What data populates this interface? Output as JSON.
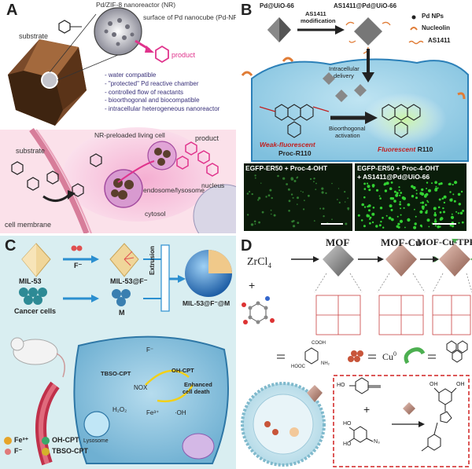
{
  "panelA": {
    "label": "A",
    "nr_title": "Pd/ZIF-8 nanoreactor (NR)",
    "np_title": "surface of Pd nanocube (Pd-NP)",
    "substrate": "substrate",
    "product": "product",
    "features": [
      "- water compatible",
      "- \"protected\" Pd reactive chamber",
      "- controlled flow of reactants",
      "- bioorthogonal and biocompatible",
      "- intracellular heterogeneous nanoreactor"
    ],
    "cell_label": "NR-preloaded living cell",
    "substrate2": "substrate",
    "product2": "product",
    "endosome": "endosome/lysosome",
    "nucleus": "nucleus",
    "cytosol": "cytosol",
    "membrane": "cell membrane"
  },
  "panelB": {
    "label": "B",
    "pd_uio": "Pd@UiO-66",
    "as_pd_uio": "AS1411@Pd@UiO-66",
    "modification_1": "AS1411",
    "modification_2": "modification",
    "legend": [
      "Pd NPs",
      "Nucleolin",
      "AS1411"
    ],
    "delivery_1": "Intracellular",
    "delivery_2": "delivery",
    "weak": "Weak-fluorescent",
    "proc": "Proc-R110",
    "activation_1": "Bioorthogonal",
    "activation_2": "activation",
    "fluor": "Fluorescent",
    "r110": "R110",
    "img1": "EGFP-ER50 + Proc-4-OHT",
    "img2_l1": "EGFP-ER50 + Proc-4-OHT",
    "img2_l2": "+ AS1411@Pd@UiO-66"
  },
  "panelC": {
    "label": "C",
    "mil53": "MIL-53",
    "f_ion": "F⁻",
    "mil53f": "MIL-53@F⁻",
    "extrusion": "Extrusion",
    "cancer": "Cancer cells",
    "m": "M",
    "product": "MIL-53@F⁻@M",
    "tbso": "TBSO-CPT",
    "f_in": "F⁻",
    "ohcpt": "OH-CPT",
    "nox": "NOX",
    "enhanced_1": "Enhanced",
    "enhanced_2": "cell death",
    "h2o2": "H₂O₂",
    "fe": "Fe³⁺",
    "oh": "·OH",
    "lysosome": "Lysosome",
    "legend": [
      "Fe³⁺",
      "OH-CPT",
      "F⁻",
      "TBSO-CPT"
    ]
  },
  "panelD": {
    "label": "D",
    "zrcl": "ZrCl",
    "zrcl_sub": "4",
    "mof": "MOF",
    "mofcu": "MOF-Cu",
    "moftpp": "MOF-Cu-TPP",
    "cu": "Cu",
    "cu_sup": "0",
    "cooh": "COOH",
    "nh2": "NH₂",
    "hooc": "HOOC",
    "ho1": "HO",
    "ho2": "HO",
    "ho3": "HO",
    "n3": "N₃",
    "oh1": "OH",
    "oh2": "OH",
    "plus": "+"
  },
  "colors": {
    "magenta": "#e0338c",
    "teal_bg": "#bde6e8",
    "cell_blue": "#a9d7e9",
    "green": "#2ec52e",
    "red_dash": "#d02020",
    "dark_text": "#222222",
    "purple_text": "#39317a"
  }
}
